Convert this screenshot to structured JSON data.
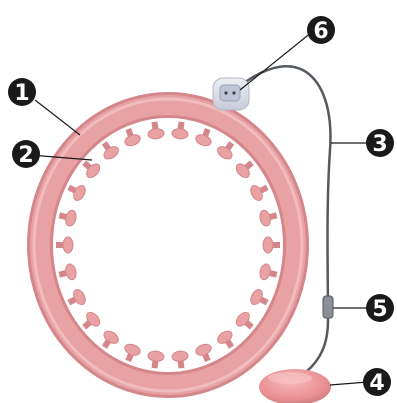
{
  "colors": {
    "hoop": "#e9a2a4",
    "hoop_dark": "#d4868a",
    "hoop_light": "#f3c3c4",
    "counter": "#d9dbe6",
    "cord": "#555a60",
    "weight_ball": "#ec9a9c",
    "callout": "#1a1a1a"
  },
  "callouts": [
    {
      "label": "1",
      "part": "hoop-ring"
    },
    {
      "label": "2",
      "part": "massage-nodes"
    },
    {
      "label": "3",
      "part": "rope-cord"
    },
    {
      "label": "4",
      "part": "weight-ball"
    },
    {
      "label": "5",
      "part": "cord-connector"
    },
    {
      "label": "6",
      "part": "counter-display"
    }
  ]
}
